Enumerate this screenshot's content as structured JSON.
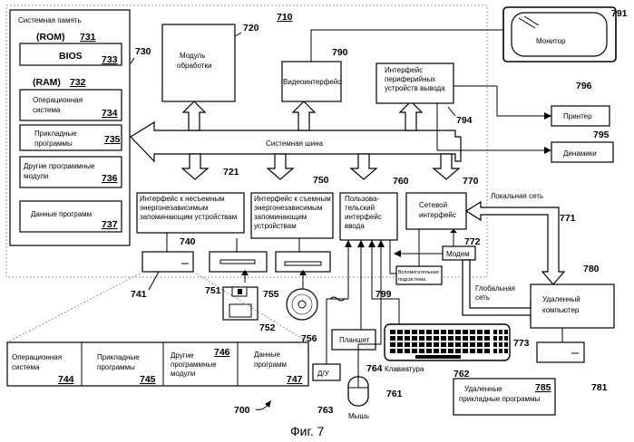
{
  "figure_caption": "Фиг. 7",
  "system_ref": "710",
  "system_memory": {
    "title": "Системная память",
    "ref": "730",
    "rom": {
      "label": "(ROM)",
      "ref": "731"
    },
    "bios": {
      "label": "BIOS",
      "ref": "733"
    },
    "ram": {
      "label": "(RAM)",
      "ref": "732"
    },
    "os": {
      "label_lines": [
        "Операционная",
        "система"
      ],
      "ref": "734"
    },
    "apps": {
      "label_lines": [
        "Прикладные",
        "программы"
      ],
      "ref": "735"
    },
    "other_modules": {
      "label_lines": [
        "Другие программные",
        "модули"
      ],
      "ref": "736"
    },
    "program_data": {
      "label": "Данные программ",
      "ref": "737"
    }
  },
  "processing_unit": {
    "label_lines": [
      "Модуль",
      "обработки"
    ],
    "ref": "720"
  },
  "video_interface": {
    "label": "Видеоинтерфейс",
    "ref": "790"
  },
  "peripheral_interface": {
    "label_lines": [
      "Интерфейс",
      "периферийных",
      "устройств вывода"
    ],
    "ref": "794"
  },
  "monitor": {
    "label": "Монитор",
    "ref": "791"
  },
  "printer": {
    "label": "Принтер",
    "ref": "796"
  },
  "speakers": {
    "label": "Динамики",
    "ref": "795"
  },
  "system_bus": {
    "label": "Системная шина",
    "ref": "721"
  },
  "nonremovable_interface": {
    "label_lines": [
      "Интерфейс к несъемным",
      "энергонезависимым",
      "запоминающим устройствам"
    ],
    "ref": "740"
  },
  "removable_interface": {
    "label_lines": [
      "Интерфейс к съемным",
      "энергонезависимым",
      "запоминающим",
      "устройствам"
    ],
    "ref": "750"
  },
  "user_input_interface": {
    "label_lines": [
      "Пользова-",
      "тельский",
      "интерфейс",
      "ввода"
    ],
    "ref": "760"
  },
  "network_interface": {
    "label_lines": [
      "Сетевой",
      "интерфейс"
    ],
    "ref": "770"
  },
  "modem": {
    "label": "Модем",
    "ref": "772"
  },
  "aux_subsystem": {
    "label_lines": [
      "Вспомогательная",
      "подсистема"
    ],
    "ref": "799"
  },
  "local_network": {
    "label": "Локальная сеть",
    "ref": "771"
  },
  "global_network": {
    "label_lines": [
      "Глобальная",
      "сеть"
    ],
    "ref": "773"
  },
  "remote_computer": {
    "label_lines": [
      "Удаленный",
      "компьютер"
    ],
    "ref": "780"
  },
  "remote_apps": {
    "label_lines": [
      "Удаленные",
      "прикладные программы"
    ],
    "ref": "785"
  },
  "remote_storage_ref": "781",
  "hdd_ref": "741",
  "floppy_drive_ref": "751",
  "floppy_disk_ref": "752",
  "optical_drive_ref": "755",
  "optical_disk_ref": "756",
  "tablet": {
    "label": "Планшет",
    "ref": "764"
  },
  "io_device": {
    "label": "Д/У",
    "ref": "763"
  },
  "keyboard": {
    "label": "Клавиатура",
    "ref": "762"
  },
  "mouse": {
    "label": "Мышь",
    "ref": "761"
  },
  "bottom_storage": {
    "ref": "700",
    "os": {
      "label_lines": [
        "Операционная",
        "система"
      ],
      "ref": "744"
    },
    "apps": {
      "label_lines": [
        "Прикладные",
        "программы"
      ],
      "ref": "745"
    },
    "other": {
      "label_lines": [
        "Другие",
        "программные",
        "модули"
      ],
      "ref": "746"
    },
    "data": {
      "label_lines": [
        "Данные",
        "программ"
      ],
      "ref": "747"
    }
  }
}
